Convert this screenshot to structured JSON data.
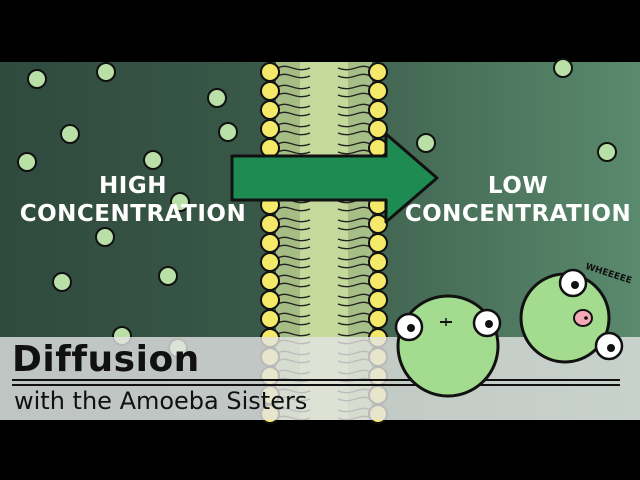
{
  "labels": {
    "high": [
      "HIGH",
      "CONCENTRATION"
    ],
    "low": [
      "LOW",
      "CONCENTRATION"
    ]
  },
  "title": {
    "main": "Diffusion",
    "sub": "with the Amoeba Sisters"
  },
  "character_speech": "WHEEEEE",
  "colors": {
    "left_background": "#2f4a3e",
    "right_background": "#4f7a63",
    "membrane_channel": "#c9dca0",
    "phospholipid_head": "#f5e96a",
    "arrow": "#1e8c52",
    "molecule": "#b9e0a6",
    "character": "#a3dc8f",
    "title_band": "#e4e4e4"
  }
}
